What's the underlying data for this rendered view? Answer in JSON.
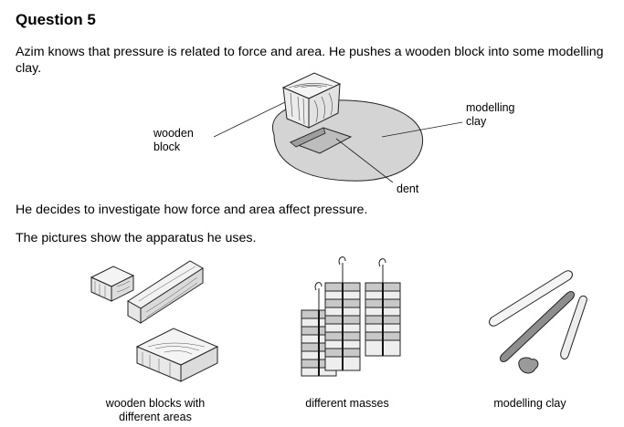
{
  "question": {
    "heading": "Question 5",
    "intro": "Azim knows that pressure is related to force and area. He pushes a wooden block into some modelling clay.",
    "investigate": "He decides to investigate how force and area affect pressure.",
    "apparatus_intro": "The pictures show the apparatus he uses."
  },
  "diagram1": {
    "label_block_line1": "wooden",
    "label_block_line2": "block",
    "label_clay_line1": "modelling",
    "label_clay_line2": "clay",
    "label_dent": "dent"
  },
  "apparatus": {
    "blocks_line1": "wooden blocks with",
    "blocks_line2": "different areas",
    "masses": "different masses",
    "clay": "modelling clay"
  }
}
